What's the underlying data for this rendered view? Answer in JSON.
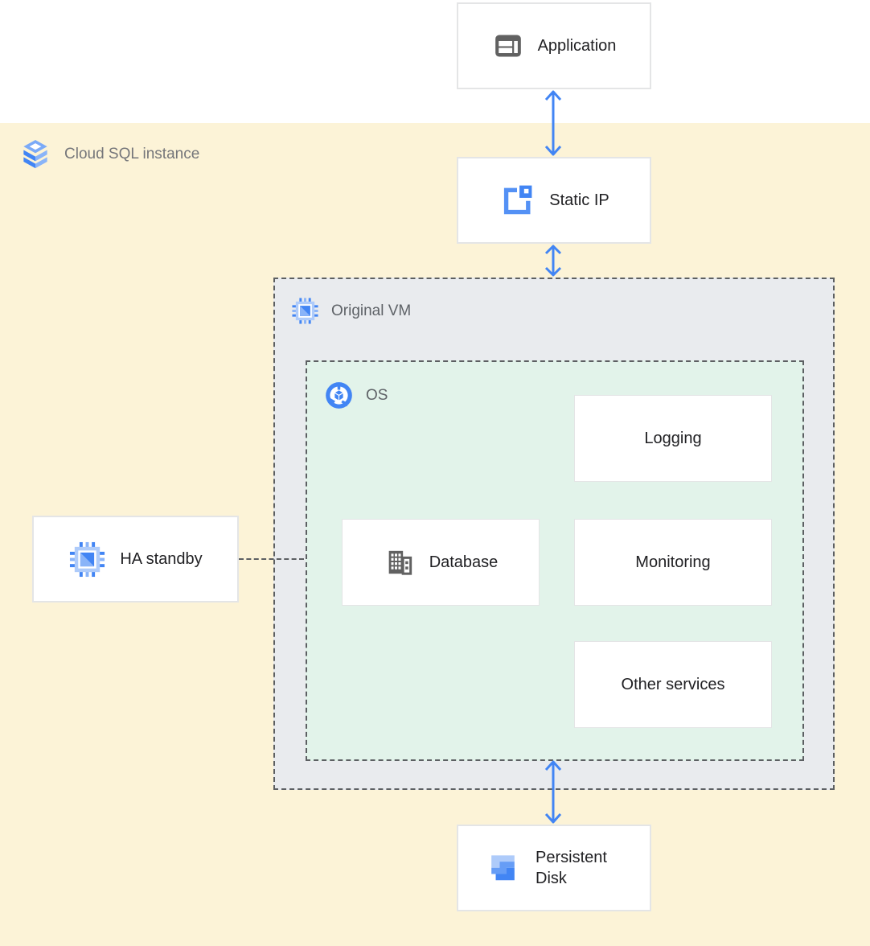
{
  "diagram": {
    "background_region": {
      "label": "Cloud SQL instance",
      "icon": "cloud-sql-icon"
    },
    "nodes": {
      "application": {
        "label": "Application",
        "icon": "application-window-icon"
      },
      "static_ip": {
        "label": "Static IP",
        "icon": "external-ip-icon"
      },
      "original_vm": {
        "label": "Original VM",
        "icon": "compute-engine-icon"
      },
      "os": {
        "label": "OS",
        "icon": "guest-os-icon"
      },
      "logging": {
        "label": "Logging"
      },
      "database": {
        "label": "Database",
        "icon": "database-building-icon"
      },
      "monitoring": {
        "label": "Monitoring"
      },
      "other_services": {
        "label": "Other services"
      },
      "ha_standby": {
        "label": "HA standby",
        "icon": "compute-engine-icon"
      },
      "persistent_disk": {
        "label": "Persistent Disk",
        "icon": "persistent-disk-icon"
      }
    },
    "edges": [
      {
        "from": "application",
        "to": "static_ip",
        "style": "double-headed-arrow"
      },
      {
        "from": "static_ip",
        "to": "original_vm",
        "style": "double-headed-arrow"
      },
      {
        "from": "os",
        "to": "persistent_disk",
        "style": "double-headed-arrow"
      },
      {
        "from": "ha_standby",
        "to": "original_vm",
        "style": "dashed-line"
      }
    ],
    "colors": {
      "instance_background": "#fcf3d7",
      "vm_background": "#e9ebee",
      "os_background": "#e2f3ea",
      "arrow_blue": "#4285f4",
      "dashed_border": "#5c5f62",
      "node_border": "#e4e5e6",
      "node_label_text": "#212124",
      "container_label_text": "#5f6368",
      "icon_blue": "#4285f4",
      "icon_light_blue": "#aecbfa",
      "icon_mid_blue": "#669df6",
      "icon_gray": "#616161"
    }
  }
}
